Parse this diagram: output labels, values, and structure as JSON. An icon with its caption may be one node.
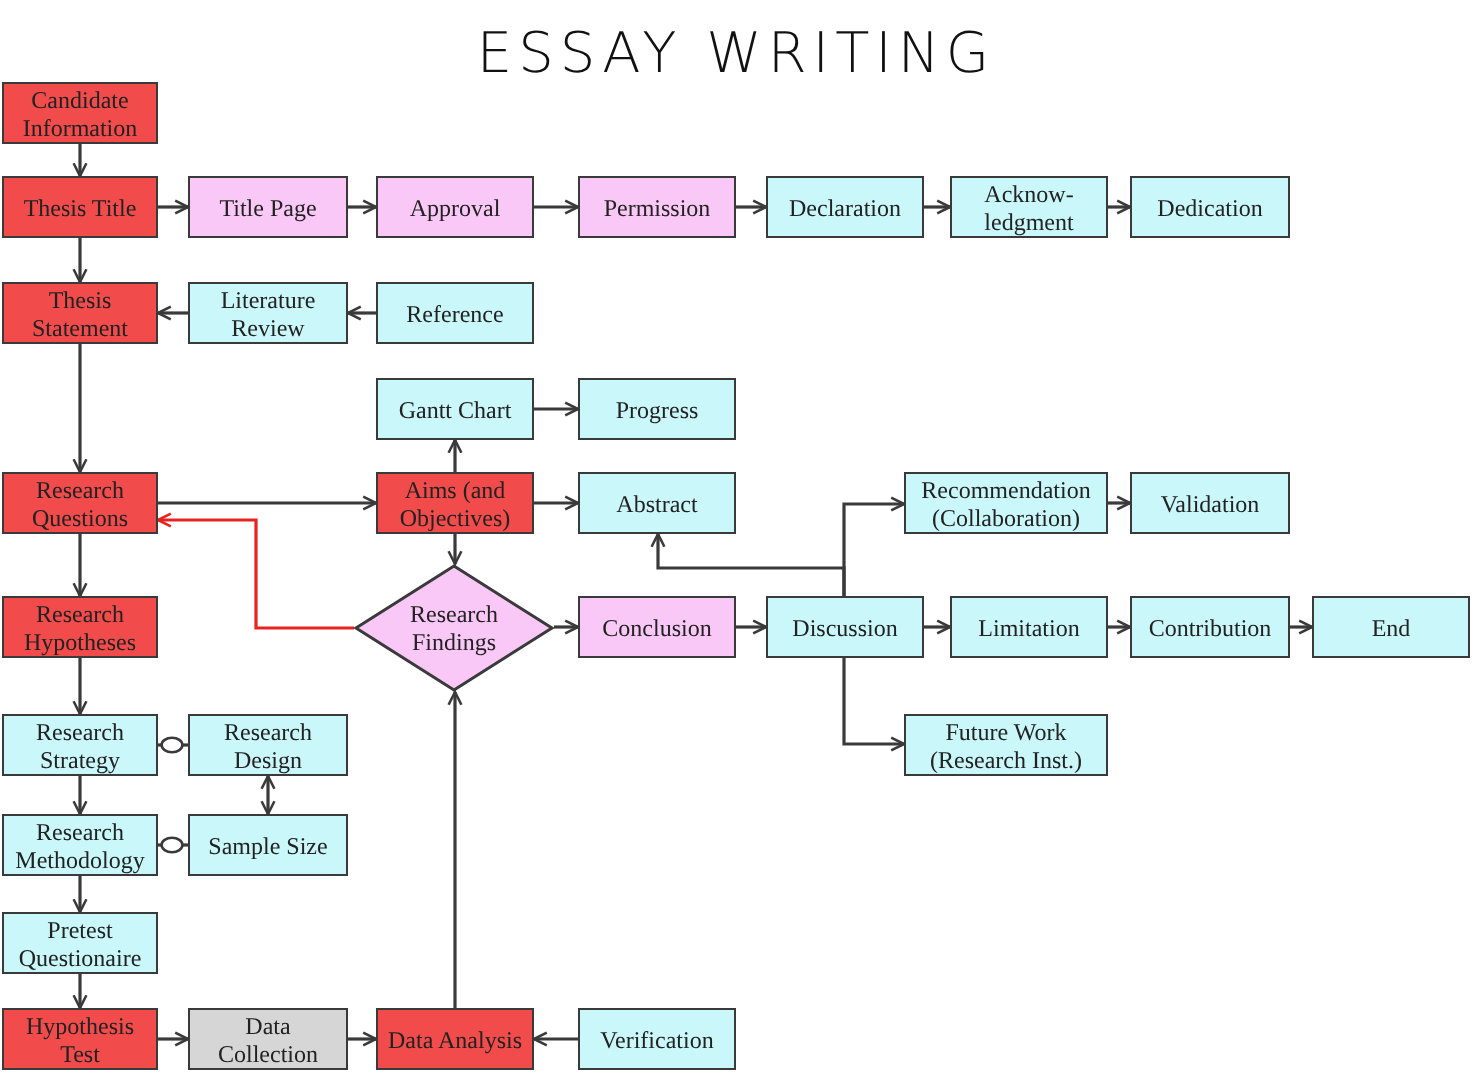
{
  "diagram": {
    "title": "ESSAY WRITING",
    "nodes": [
      {
        "text": [
          "Candidate Information"
        ]
      },
      {
        "text": [
          "Thesis Title"
        ]
      },
      {
        "text": [
          "Title Page"
        ]
      },
      {
        "text": [
          "Approval"
        ]
      },
      {
        "text": [
          "Permission"
        ]
      },
      {
        "text": [
          "Declaration"
        ]
      },
      {
        "text": [
          "Acknow- ledgment"
        ]
      },
      {
        "text": [
          "Dedication"
        ]
      },
      {
        "text": [
          "Thesis Statement"
        ]
      },
      {
        "text": [
          "Literature Review"
        ]
      },
      {
        "text": [
          "Reference"
        ]
      },
      {
        "text": [
          "Gantt Chart"
        ]
      },
      {
        "text": [
          "Progress"
        ]
      },
      {
        "text": [
          "Research Questions"
        ]
      },
      {
        "text": [
          "Aims (and Objectives)"
        ]
      },
      {
        "text": [
          "Abstract"
        ]
      },
      {
        "text": [
          "Recommendation (Collaboration)"
        ]
      },
      {
        "text": [
          "Validation"
        ]
      },
      {
        "text": [
          "Research Hypotheses"
        ]
      },
      {
        "text": [
          "Research Findings"
        ]
      },
      {
        "text": [
          "Conclusion"
        ]
      },
      {
        "text": [
          "Discussion"
        ]
      },
      {
        "text": [
          "Limitation"
        ]
      },
      {
        "text": [
          "Contribution"
        ]
      },
      {
        "text": [
          "End"
        ]
      },
      {
        "text": [
          "Future Work (Research Inst.)"
        ]
      },
      {
        "text": [
          "Research Strategy"
        ]
      },
      {
        "text": [
          "Research Design"
        ]
      },
      {
        "text": [
          "Research Methodology"
        ]
      },
      {
        "text": [
          "Sample Size"
        ]
      },
      {
        "text": [
          "Pretest Questionaire"
        ]
      },
      {
        "text": [
          "Hypothesis Test"
        ]
      },
      {
        "text": [
          "Data Collection"
        ]
      },
      {
        "text": [
          "Data Analysis"
        ]
      },
      {
        "text": [
          "Verification"
        ]
      }
    ],
    "edges": [
      {
        "from": 0,
        "to": 1,
        "arrow": "to"
      },
      {
        "from": 1,
        "to": 2,
        "arrow": "to"
      },
      {
        "from": 2,
        "to": 3,
        "arrow": "to"
      },
      {
        "from": 3,
        "to": 4,
        "arrow": "to"
      },
      {
        "from": 4,
        "to": 5,
        "arrow": "to"
      },
      {
        "from": 5,
        "to": 6,
        "arrow": "to"
      },
      {
        "from": 6,
        "to": 7,
        "arrow": "to"
      },
      {
        "from": 1,
        "to": 8,
        "arrow": "to"
      },
      {
        "from": 10,
        "to": 9,
        "arrow": "to"
      },
      {
        "from": 9,
        "to": 8,
        "arrow": "to"
      },
      {
        "from": 8,
        "to": 13,
        "arrow": "to"
      },
      {
        "from": 13,
        "to": 14,
        "arrow": "to"
      },
      {
        "from": 14,
        "to": 11,
        "arrow": "to"
      },
      {
        "from": 11,
        "to": 12,
        "arrow": "to"
      },
      {
        "from": 14,
        "to": 15,
        "arrow": "to"
      },
      {
        "from": 14,
        "to": 19,
        "arrow": "to"
      },
      {
        "from": 19,
        "to": 13,
        "arrow": "to",
        "color": "#e8221c"
      },
      {
        "from": 19,
        "to": 20,
        "arrow": "to"
      },
      {
        "from": 20,
        "to": 21,
        "arrow": "to"
      },
      {
        "from": 21,
        "to": 16,
        "arrow": "to"
      },
      {
        "from": 21,
        "to": 15,
        "arrow": "to"
      },
      {
        "from": 16,
        "to": 17,
        "arrow": "to"
      },
      {
        "from": 21,
        "to": 22,
        "arrow": "to"
      },
      {
        "from": 22,
        "to": 23,
        "arrow": "to"
      },
      {
        "from": 23,
        "to": 24,
        "arrow": "to"
      },
      {
        "from": 21,
        "to": 25,
        "arrow": "to"
      },
      {
        "from": 13,
        "to": 18,
        "arrow": "to"
      },
      {
        "from": 18,
        "to": 26,
        "arrow": "to"
      },
      {
        "from": 26,
        "to": 27,
        "arrow": "other"
      },
      {
        "from": 27,
        "to": 29,
        "arrow": "both"
      },
      {
        "from": 28,
        "to": 29,
        "arrow": "other"
      },
      {
        "from": 26,
        "to": 28,
        "arrow": "to"
      },
      {
        "from": 28,
        "to": 30,
        "arrow": "to"
      },
      {
        "from": 30,
        "to": 31,
        "arrow": "to"
      },
      {
        "from": 31,
        "to": 32,
        "arrow": "to"
      },
      {
        "from": 32,
        "to": 33,
        "arrow": "to"
      },
      {
        "from": 34,
        "to": 33,
        "arrow": "to"
      },
      {
        "from": 33,
        "to": 19,
        "arrow": "to"
      }
    ]
  }
}
